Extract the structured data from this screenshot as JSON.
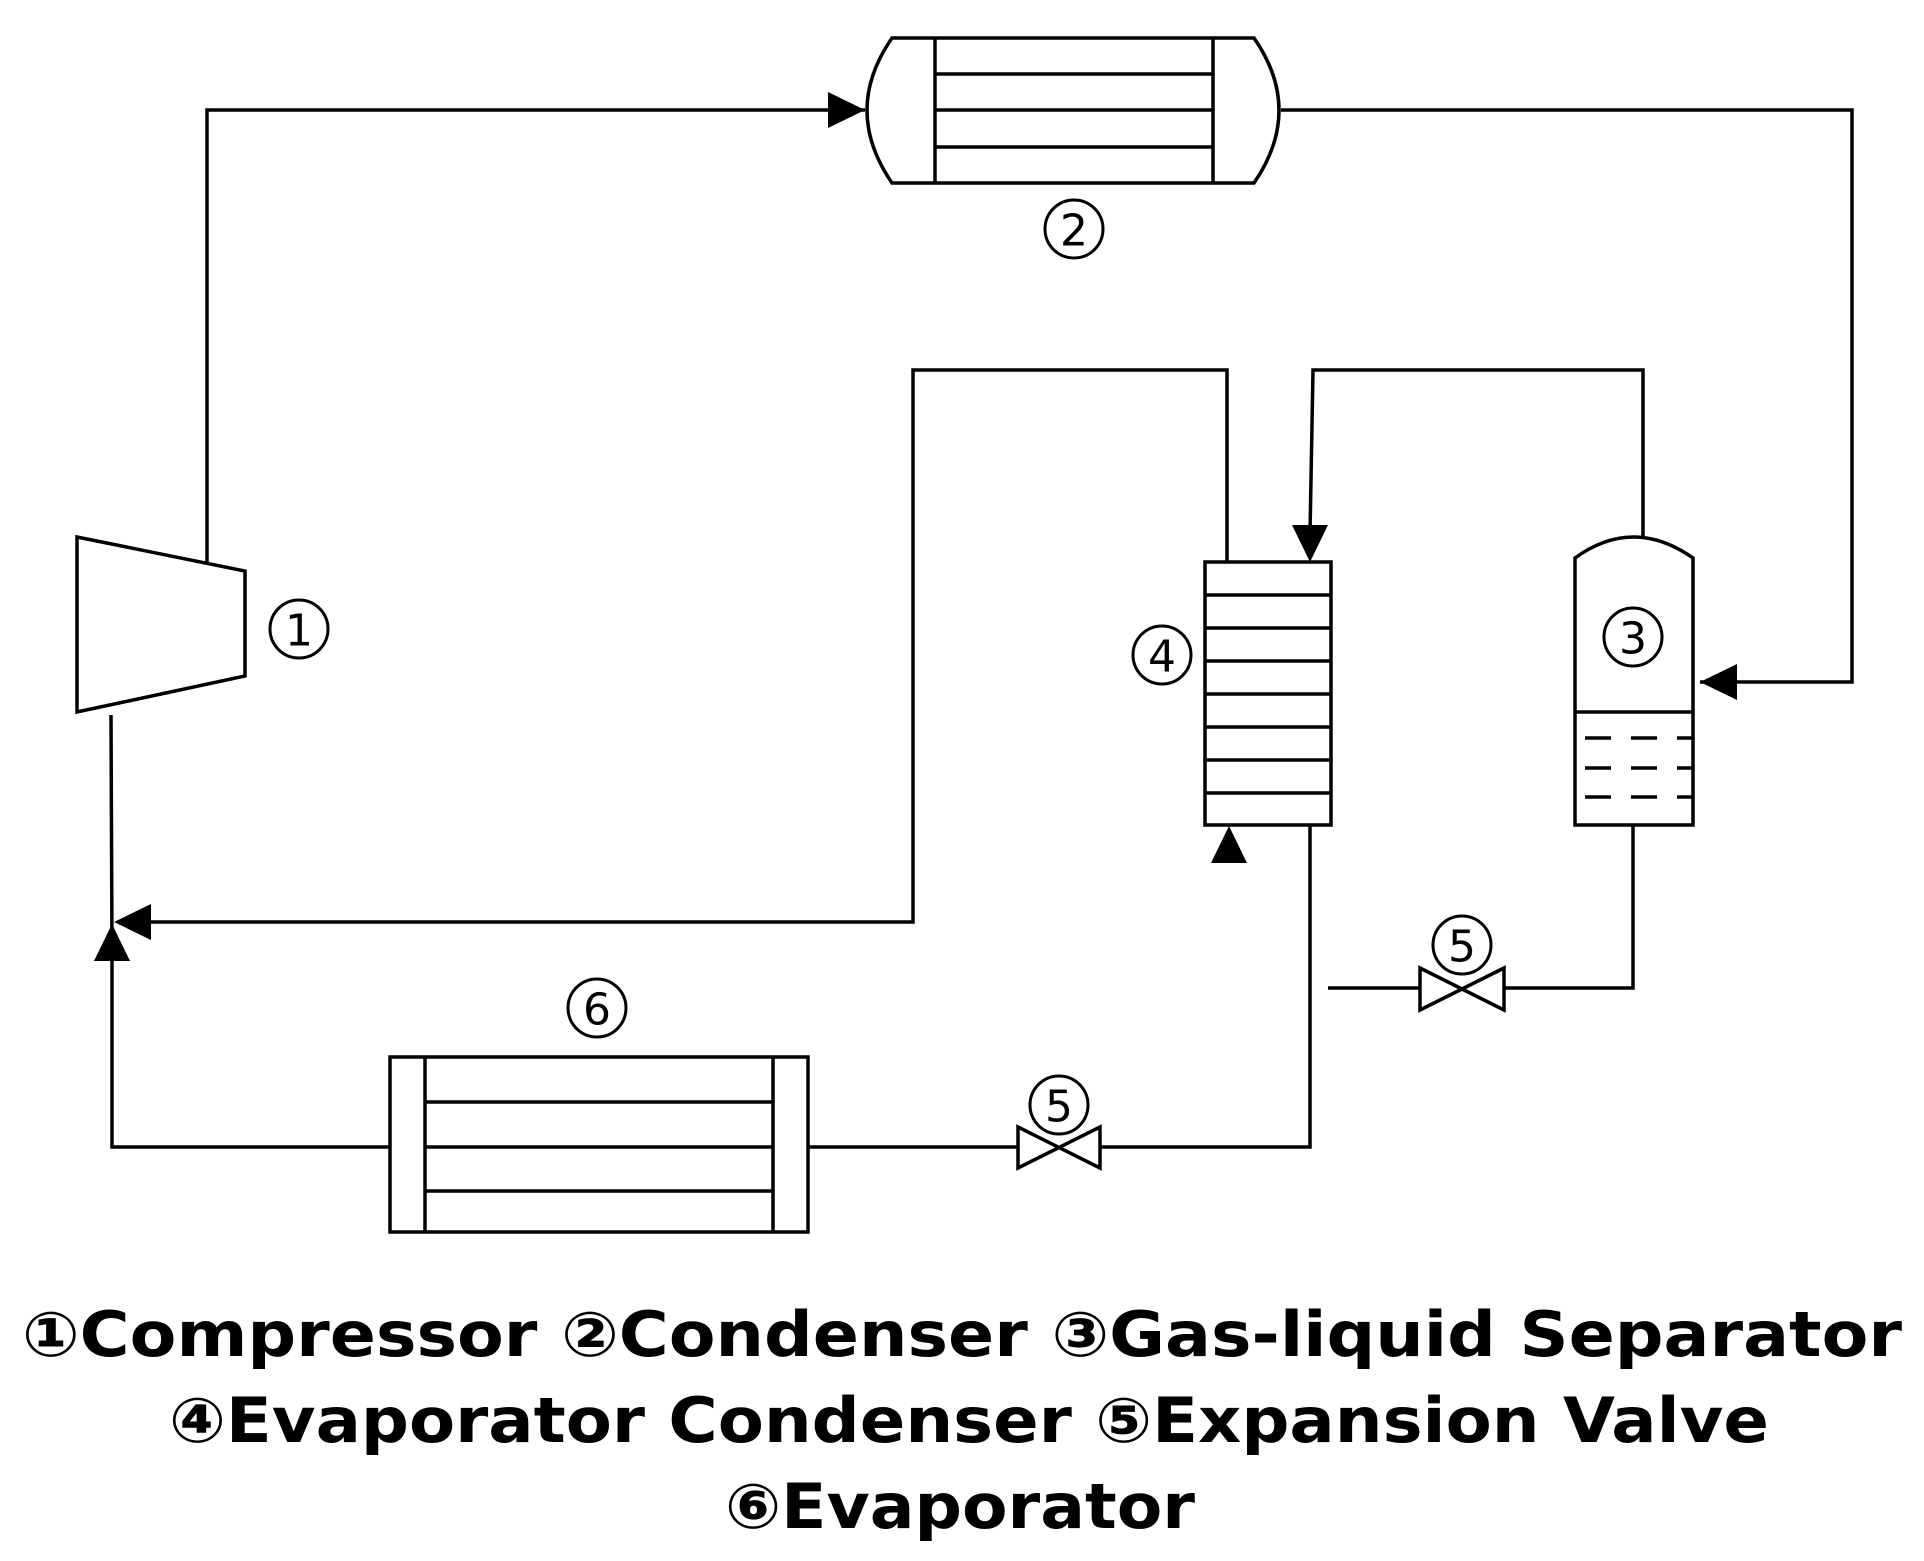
{
  "markers": {
    "compressor": "1",
    "condenser": "2",
    "separator": "3",
    "evap_condenser": "4",
    "expansion_valve_upper": "5",
    "expansion_valve_lower": "5",
    "evaporator": "6"
  },
  "legend": {
    "line1": "①Compressor  ②Condenser  ③Gas-liquid Separator",
    "line2": "④Evaporator Condenser  ⑤Expansion Valve",
    "line3": "⑥Evaporator"
  }
}
